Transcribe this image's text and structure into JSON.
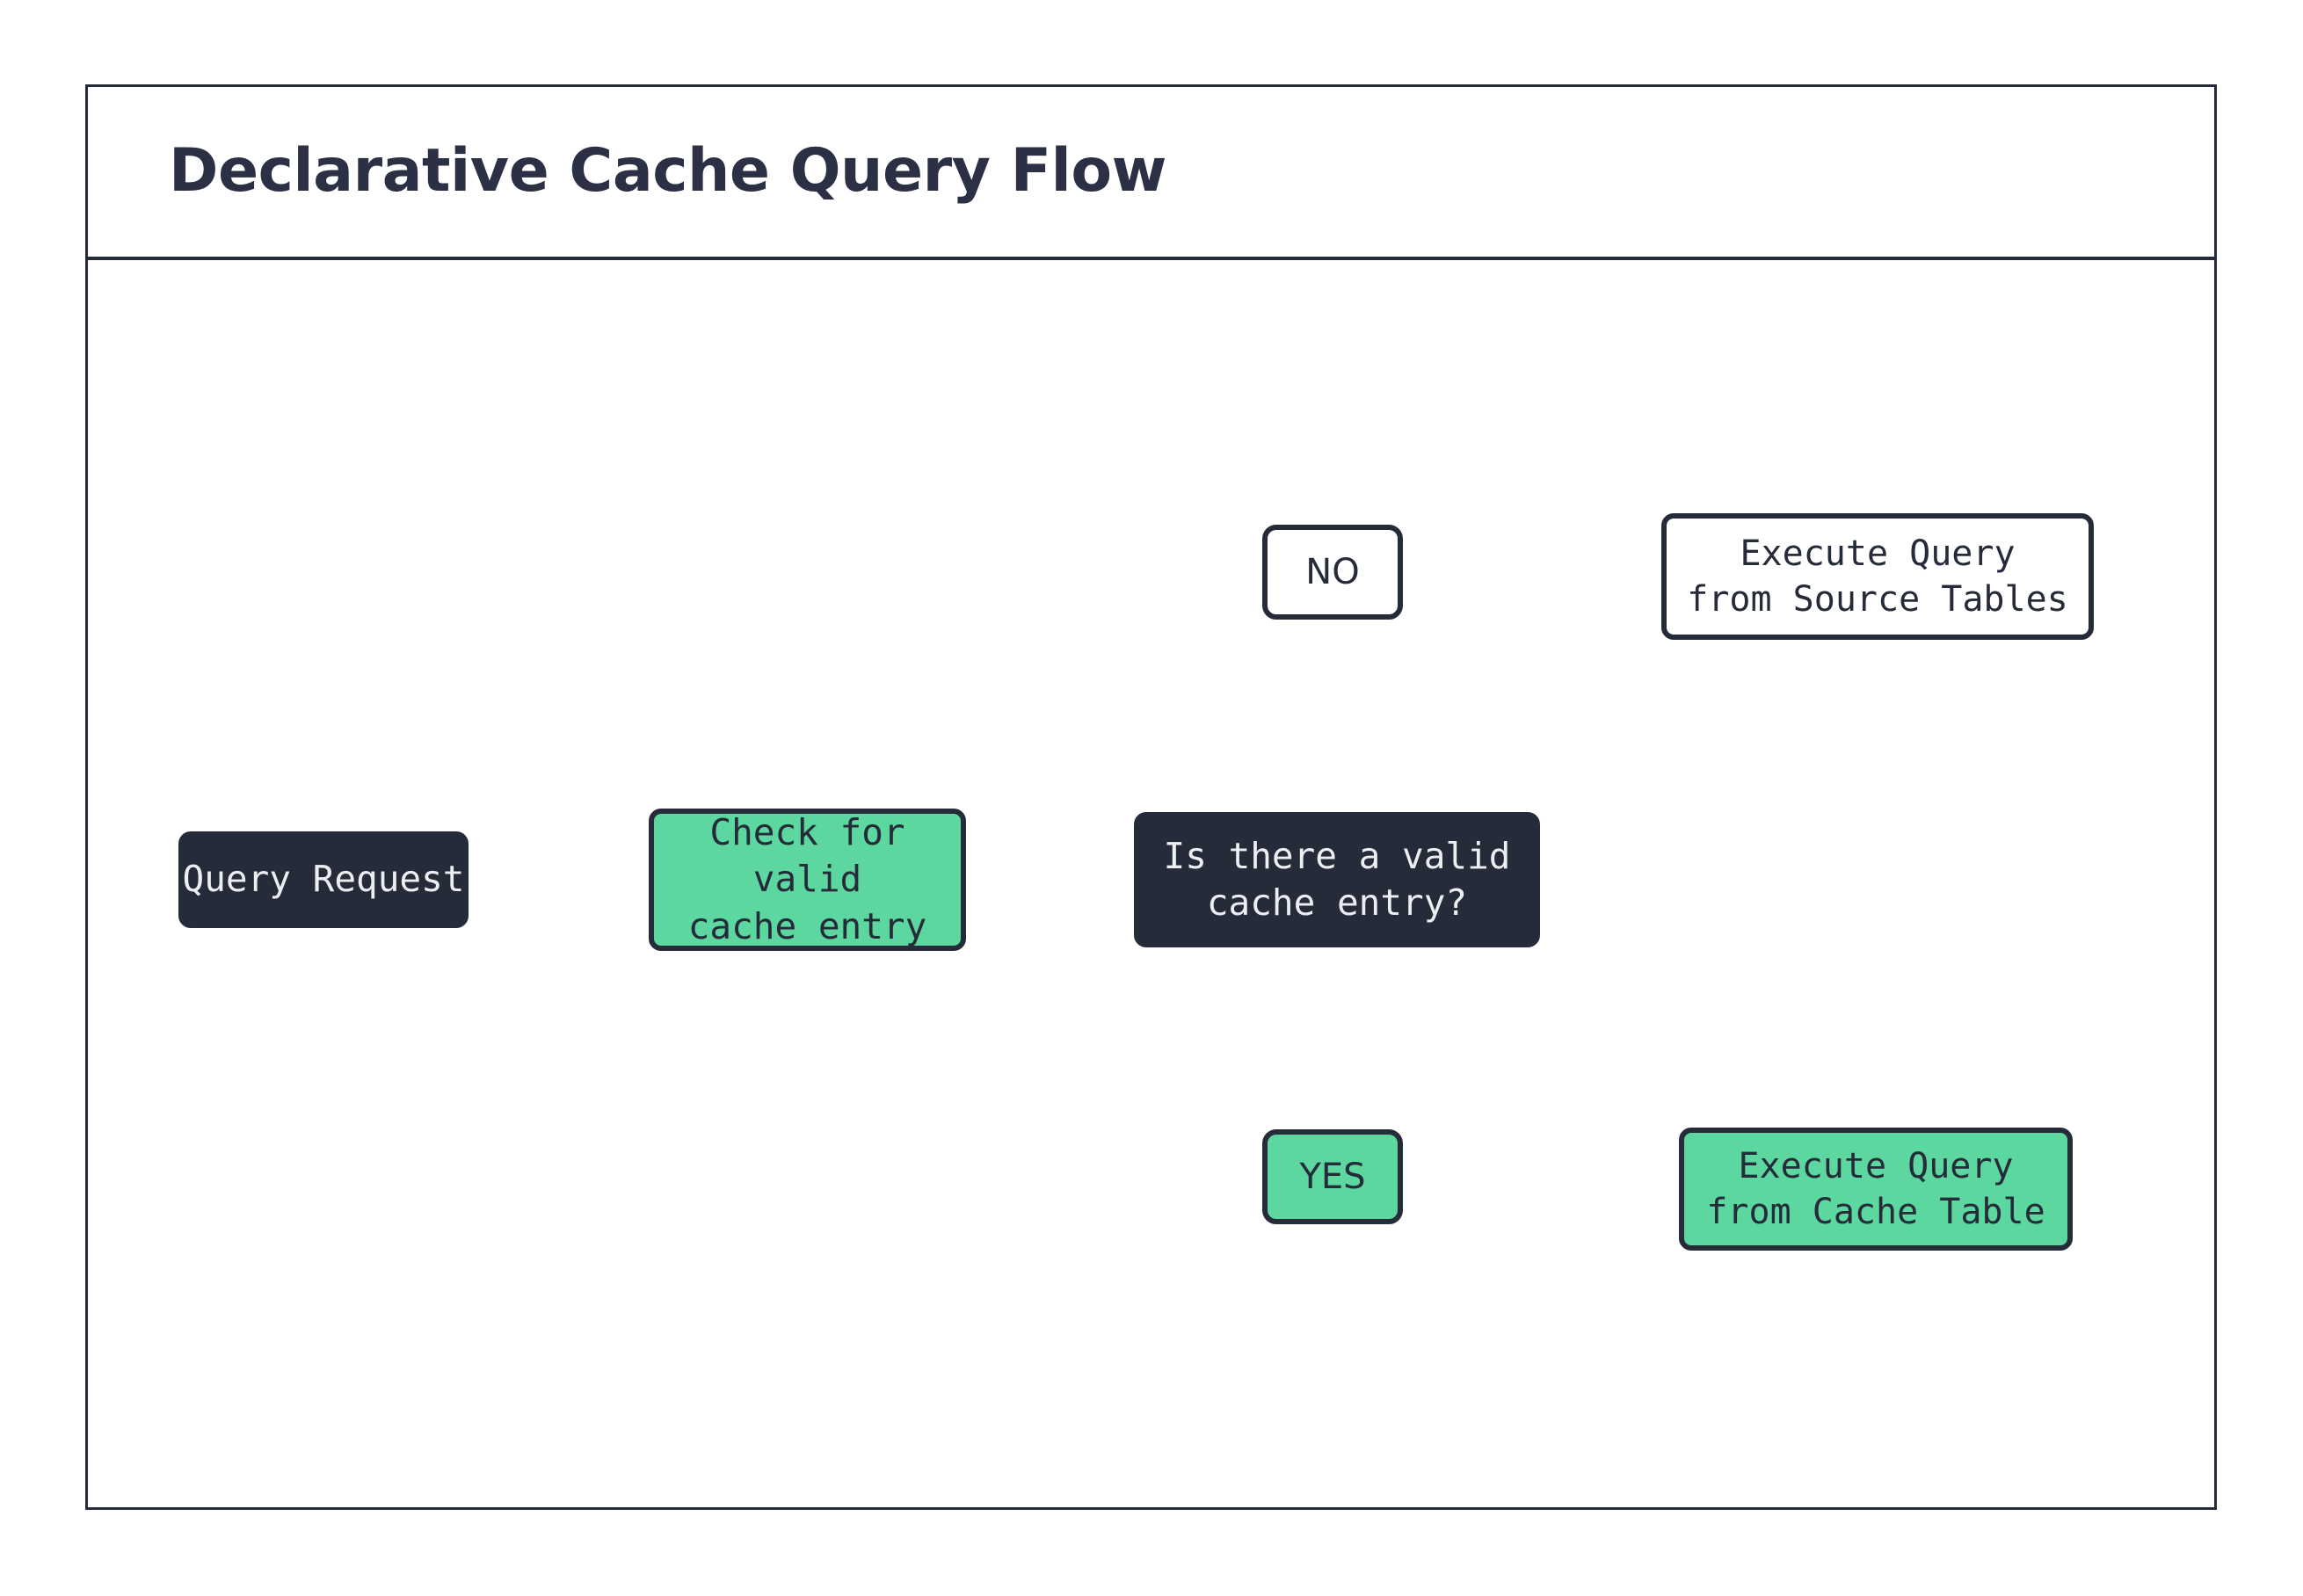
{
  "header": {
    "title": "Declarative Cache Query Flow"
  },
  "theme": {
    "dark": "#262b3a",
    "green": "#5cd79f",
    "white": "#ffffff",
    "text_light": "#eceef2"
  },
  "diagram": {
    "type": "flowchart",
    "nodes": [
      {
        "id": "query_request",
        "label": "Query Request",
        "shape": "rounded-rect",
        "style": "dark"
      },
      {
        "id": "check_cache",
        "label": "Check for valid\ncache entry",
        "shape": "rounded-rect",
        "style": "green"
      },
      {
        "id": "decision",
        "label": "Is there a valid\ncache entry?",
        "shape": "rounded-rect",
        "style": "dark"
      },
      {
        "id": "source_db",
        "label": "Execute Query\nfrom Source Tables",
        "shape": "cylinder",
        "style": "white"
      },
      {
        "id": "cache_db",
        "label": "Execute Query\nfrom Cache Table",
        "shape": "cylinder",
        "style": "green"
      }
    ],
    "edge_labels": [
      {
        "id": "no",
        "label": "NO",
        "style": "white"
      },
      {
        "id": "yes",
        "label": "YES",
        "style": "green"
      }
    ],
    "edges": [
      {
        "from": "query_request",
        "to": "check_cache"
      },
      {
        "from": "check_cache",
        "to": "decision"
      },
      {
        "from": "decision",
        "to": "source_db",
        "label": "NO"
      },
      {
        "from": "decision",
        "to": "cache_db",
        "label": "YES"
      }
    ]
  }
}
